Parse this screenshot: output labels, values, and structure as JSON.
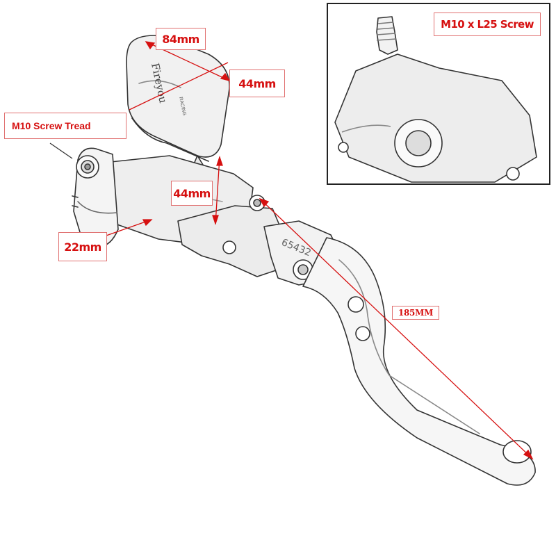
{
  "diagram": {
    "labels": {
      "width_top": "84mm",
      "height_reservoir": "44mm",
      "height_body": "44mm",
      "clamp_diameter": "22mm",
      "mirror_thread": "M10 Screw Tread",
      "inset_screw": "M10 x L25 Screw",
      "lever_length": "185MM"
    },
    "engraving": {
      "brand": "Fireyou",
      "sub": "RACING",
      "lever_number": "65432"
    },
    "accent_color": "#d61010"
  }
}
